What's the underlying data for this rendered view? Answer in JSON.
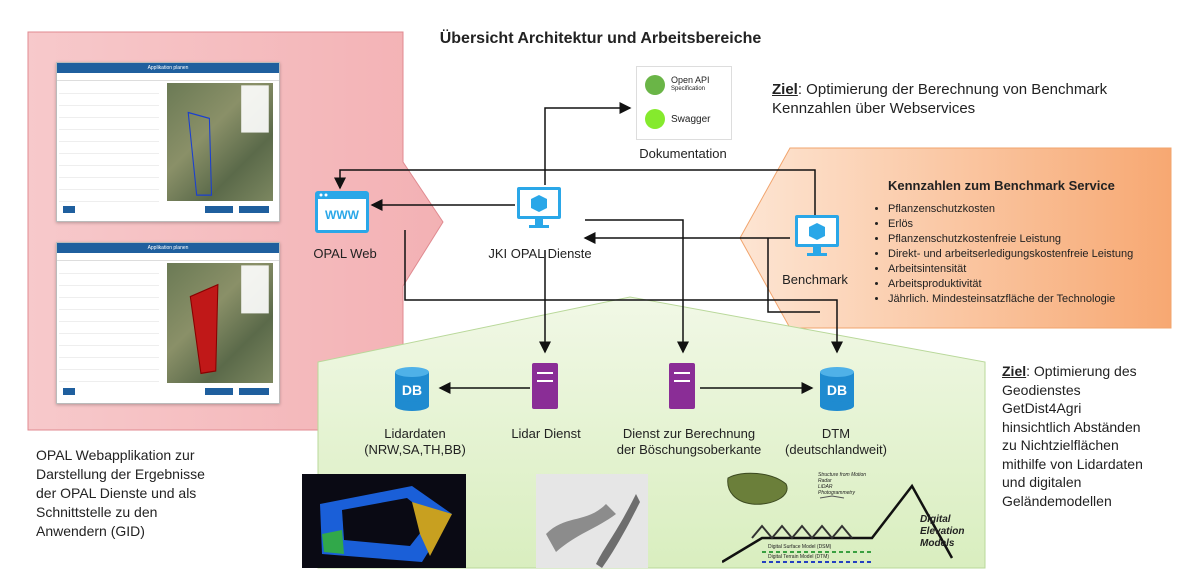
{
  "title": "Übersicht Architektur und Arbeitsbereiche",
  "ziel1": {
    "prefix": "Ziel",
    "text": ": Optimierung der Berechnung von Benchmark Kennzahlen über Webservices"
  },
  "ziel2": {
    "prefix": "Ziel",
    "lines": [
      ": Optimierung des",
      "Geodienstes",
      "GetDist4Agri",
      "hinsichtlich Abständen",
      "zu Nichtzielflächen",
      "mithilfe von Lidardaten",
      "und digitalen",
      "Geländemodellen"
    ]
  },
  "dokumentation": {
    "label": "Dokumentation",
    "openapi_line1": "Open API",
    "openapi_line2": "Specification",
    "swagger": "Swagger"
  },
  "nodes": {
    "opal_web": "OPAL Web",
    "web_icon_text": "WWW",
    "jki": "JKI OPAL Dienste",
    "benchmark": "Benchmark",
    "lidardaten_line1": "Lidardaten",
    "lidardaten_line2": "(NRW,SA,TH,BB)",
    "lidar_dienst": "Lidar Dienst",
    "dienst_line1": "Dienst zur Berechnung",
    "dienst_line2": "der Böschungsoberkante",
    "dtm_line1": "DTM",
    "dtm_line2": "(deutschlandweit)",
    "db_text": "DB"
  },
  "kennzahlen": {
    "title": "Kennzahlen zum Benchmark Service",
    "items": [
      "Pflanzenschutzkosten",
      "Erlös",
      "Pflanzenschutzkostenfreie Leistung",
      "Direkt- und arbeitserledigungskostenfreie Leistung",
      "Arbeitsintensität",
      "Arbeitsproduktivität",
      "Jährlich. Mindesteinsatzfläche der Technologie"
    ]
  },
  "opal_desc": [
    "OPAL Webapplikation zur",
    "Darstellung der Ergebnisse",
    "der OPAL Dienste und als",
    "Schnittstelle zu den",
    "Anwendern (GID)"
  ],
  "screenshot_title": "Applikation planen",
  "dem": {
    "labels": [
      "Structure from Motion",
      "Radar",
      "LiDAR",
      "Photogrammetry"
    ],
    "dem_big": [
      "Digital",
      "Elevation",
      "Models"
    ],
    "dsm": "Digital Surface Model (DSM)",
    "dtm": "Digital Terrain Model (DTM)"
  },
  "colors": {
    "red_panel": "#f5c4c6",
    "orange_panel": "#f8b98a",
    "green_panel": "#e6f4cf",
    "blue_icon": "#2aa7e8",
    "purple_server": "#8a2d96",
    "db_blue": "#1f8bd0"
  }
}
